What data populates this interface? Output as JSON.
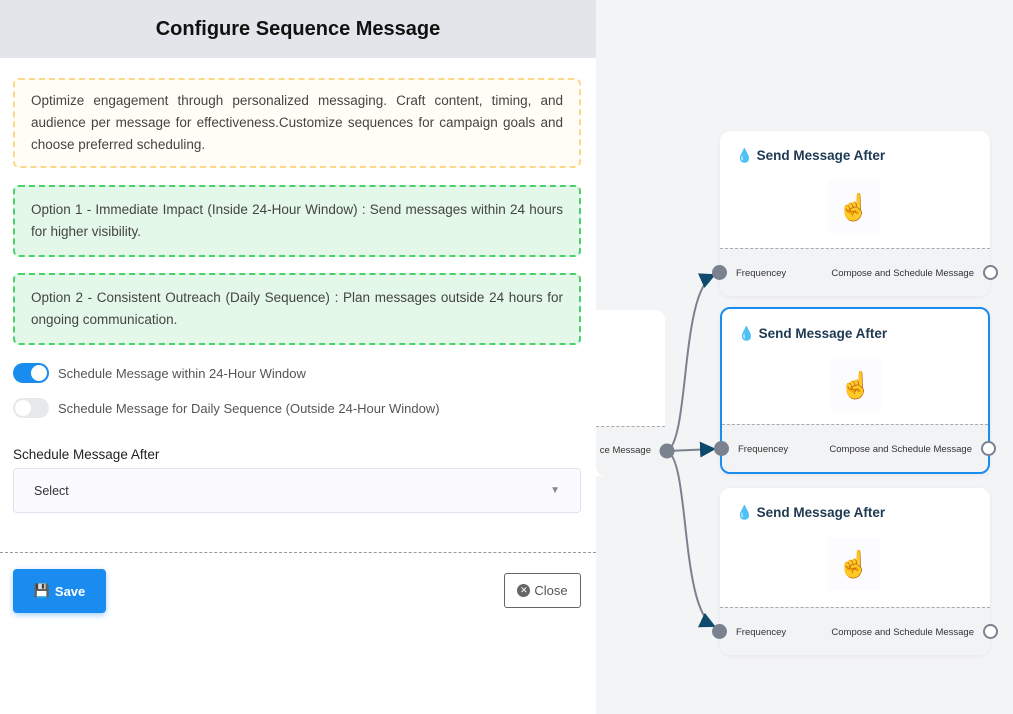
{
  "panel": {
    "title": "Configure Sequence Message",
    "info": "Optimize engagement through personalized messaging. Craft content, timing, and audience per message for effectiveness.Customize sequences for campaign goals and choose preferred scheduling.",
    "option1": "Option 1 - Immediate Impact (Inside 24-Hour Window) : Send messages within 24 hours for higher visibility.",
    "option2": "Option 2 - Consistent Outreach (Daily Sequence) : Plan messages outside 24 hours for ongoing communication.",
    "toggle1": {
      "label": "Schedule Message within 24-Hour Window",
      "on": true
    },
    "toggle2": {
      "label": "Schedule Message for Daily Sequence (Outside 24-Hour Window)",
      "on": false
    },
    "field_label": "Schedule Message After",
    "select_value": "Select",
    "save": "Save",
    "close": "Close",
    "accent": "#1a8cf0"
  },
  "canvas": {
    "partial_node_label": "ce Message",
    "cards": [
      {
        "title": "Send Message After",
        "input": "Frequencey",
        "output": "Compose and Schedule Message",
        "selected": false
      },
      {
        "title": "Send Message After",
        "input": "Frequencey",
        "output": "Compose and Schedule Message",
        "selected": true
      },
      {
        "title": "Send Message After",
        "input": "Frequencey",
        "output": "Compose and Schedule Message",
        "selected": false
      }
    ]
  }
}
